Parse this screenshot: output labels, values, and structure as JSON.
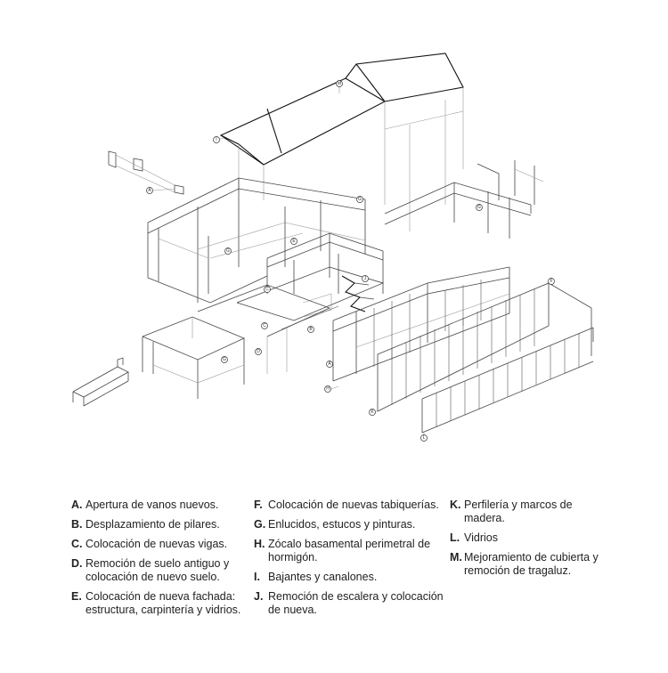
{
  "diagram": {
    "markers": [
      "M",
      "I",
      "A",
      "G",
      "G",
      "G",
      "E",
      "C",
      "J",
      "C",
      "B",
      "D",
      "G",
      "A",
      "H",
      "K",
      "L",
      "F"
    ]
  },
  "legend": {
    "col1": [
      {
        "letter": "A.",
        "text": "Apertura de vanos nuevos."
      },
      {
        "letter": "B.",
        "text": "Desplazamiento de pilares."
      },
      {
        "letter": "C.",
        "text": "Colocación de nuevas vigas."
      },
      {
        "letter": "D.",
        "text": "Remoción de suelo antiguo y colocación de nuevo suelo."
      },
      {
        "letter": "E.",
        "text": "Colocación de nueva fachada: estructura, carpintería y vidrios."
      }
    ],
    "col2": [
      {
        "letter": "F.",
        "text": "Colocación de nuevas tabiquerías."
      },
      {
        "letter": "G.",
        "text": "Enlucidos, estucos y pinturas."
      },
      {
        "letter": "H.",
        "text": "Zócalo basamental perimetral de hormigón."
      },
      {
        "letter": "I.",
        "text": "Bajantes y canalones."
      },
      {
        "letter": "J.",
        "text": "Remoción de escalera y colocación de nueva."
      }
    ],
    "col3": [
      {
        "letter": "K.",
        "text": "Perfilería y marcos de madera."
      },
      {
        "letter": "L.",
        "text": "Vidrios"
      },
      {
        "letter": "M.",
        "text": "Mejoramiento de cubierta y remoción de tragaluz."
      }
    ]
  }
}
